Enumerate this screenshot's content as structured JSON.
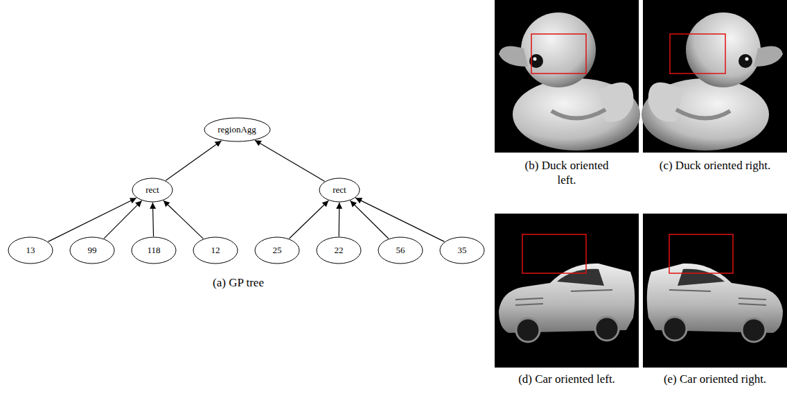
{
  "diagram": {
    "nodes": [
      {
        "text": [
          "regionAgg"
        ]
      },
      {
        "text": [
          "rect"
        ]
      },
      {
        "text": [
          "rect"
        ]
      },
      {
        "text": [
          "13"
        ]
      },
      {
        "text": [
          "99"
        ]
      },
      {
        "text": [
          "118"
        ]
      },
      {
        "text": [
          "12"
        ]
      },
      {
        "text": [
          "25"
        ]
      },
      {
        "text": [
          "22"
        ]
      },
      {
        "text": [
          "56"
        ]
      },
      {
        "text": [
          "35"
        ]
      }
    ],
    "edges": [
      {
        "from": 1,
        "to": 0,
        "arrow": "to"
      },
      {
        "from": 2,
        "to": 0,
        "arrow": "to"
      },
      {
        "from": 3,
        "to": 1,
        "arrow": "to"
      },
      {
        "from": 4,
        "to": 1,
        "arrow": "to"
      },
      {
        "from": 5,
        "to": 1,
        "arrow": "to"
      },
      {
        "from": 6,
        "to": 1,
        "arrow": "to"
      },
      {
        "from": 7,
        "to": 2,
        "arrow": "to"
      },
      {
        "from": 8,
        "to": 2,
        "arrow": "to"
      },
      {
        "from": 9,
        "to": 2,
        "arrow": "to"
      },
      {
        "from": 10,
        "to": 2,
        "arrow": "to"
      }
    ],
    "labels": [
      "(a) GP tree",
      "(b) Duck oriented left.",
      "(c) Duck oriented right.",
      "(d) Car oriented left.",
      "(e) Car oriented right."
    ]
  }
}
